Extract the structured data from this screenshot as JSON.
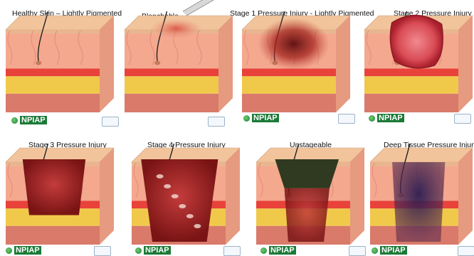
{
  "panels": [
    {
      "label": "Healthy Skin – Lightly Pigmented",
      "logo": "NPIAP",
      "wound": "none"
    },
    {
      "label": "Blanchable",
      "logo": "",
      "wound": "blanch"
    },
    {
      "label": "Stage 1  Pressure Injury - Lightly Pigmented",
      "logo": "NPIAP",
      "wound": "stage1"
    },
    {
      "label": "Stage 2 Pressure Injury",
      "logo": "NPIAP",
      "wound": "stage2"
    },
    {
      "label": "Stage 3 Pressure Injury",
      "logo": "NPIAP",
      "wound": "stage3"
    },
    {
      "label": "Stage 4 Pressure Injury",
      "logo": "NPIAP",
      "wound": "stage4"
    },
    {
      "label": "Unstageable",
      "logo": "NPIAP",
      "wound": "unstageable"
    },
    {
      "label": "Deep Tissue Pressure Injury",
      "logo": "NPIAP",
      "wound": "dtpi"
    }
  ],
  "colors": {
    "skin_top": "#f2c49c",
    "dermis": "#f4a88e",
    "fat": "#f0c94a",
    "fat_band": "#e8423a",
    "muscle": "#d97a6a",
    "logo_green": "#1b7a37"
  }
}
